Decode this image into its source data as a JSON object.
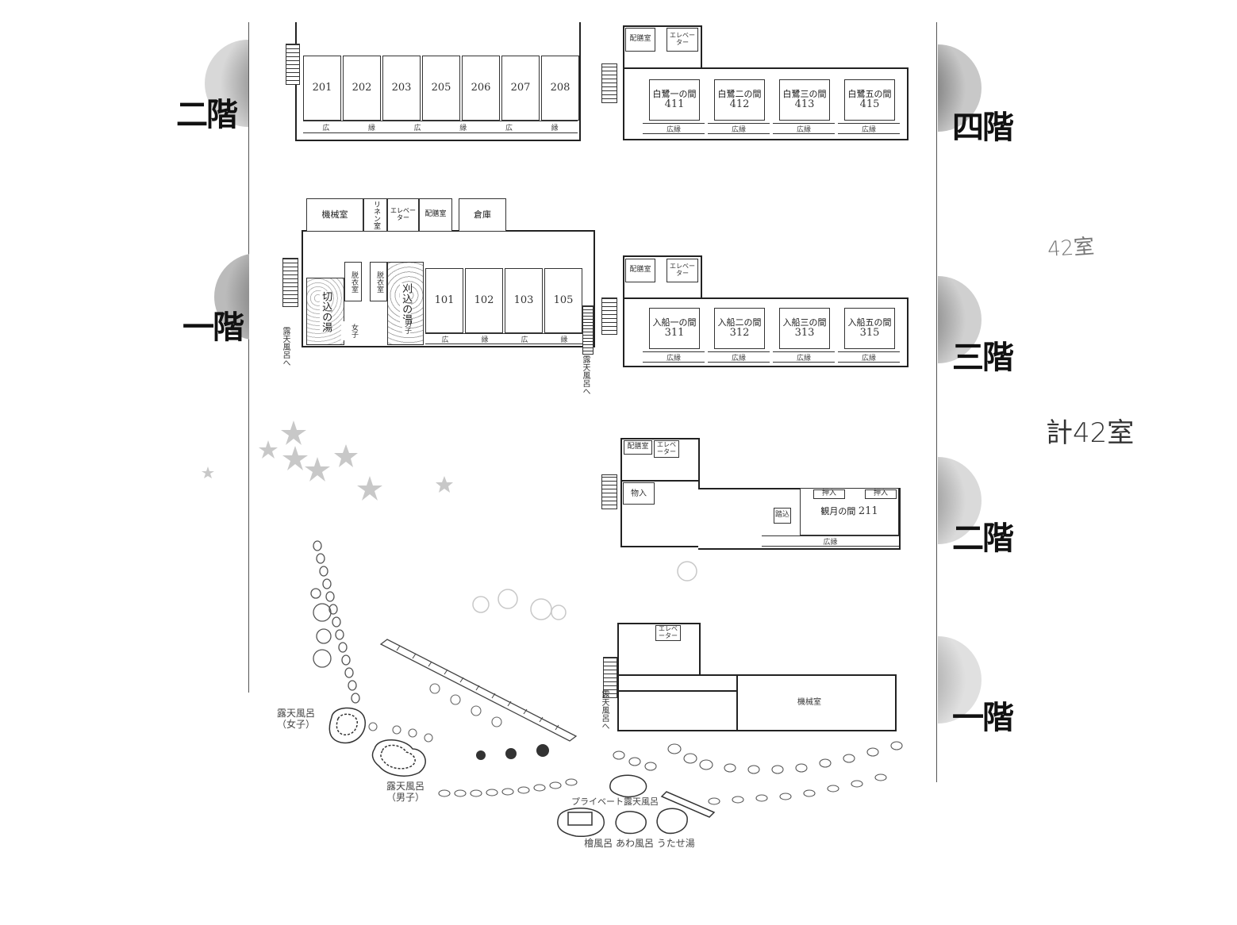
{
  "floors_left": {
    "second_floor_label": "二階",
    "first_floor_label": "一階"
  },
  "floors_right": {
    "fourth_floor_label": "四階",
    "third_floor_label": "三階",
    "second_floor_label": "二階",
    "first_floor_label": "一階"
  },
  "left_second_floor_rooms": [
    "201",
    "202",
    "203",
    "205",
    "206",
    "207",
    "208"
  ],
  "left_first_floor": {
    "rooms": [
      "101",
      "102",
      "103",
      "105"
    ],
    "machine_room": "機械室",
    "linen_room": "リネン室",
    "elevator": "エレベーター",
    "service_room": "配膳室",
    "warehouse": "倉庫",
    "changing_room_1": "脱衣室",
    "changing_room_2": "脱衣室",
    "women_bath": "切込の湯",
    "women_tag": "女子",
    "men_bath": "刈込の湯",
    "men_tag": "男子",
    "to_outdoor_bath": "露天風呂へ"
  },
  "right_fourth_floor": {
    "rooms": [
      {
        "name": "白鷺一の間",
        "num": "411"
      },
      {
        "name": "白鷺二の間",
        "num": "412"
      },
      {
        "name": "白鷺三の間",
        "num": "413"
      },
      {
        "name": "白鷺五の間",
        "num": "415"
      }
    ],
    "service_room": "配膳室",
    "elevator": "エレベーター",
    "corridor": "広縁"
  },
  "right_third_floor": {
    "rooms": [
      {
        "name": "入船一の間",
        "num": "311"
      },
      {
        "name": "入船二の間",
        "num": "312"
      },
      {
        "name": "入船三の間",
        "num": "313"
      },
      {
        "name": "入船五の間",
        "num": "315"
      }
    ],
    "service_room": "配膳室",
    "elevator": "エレベーター",
    "corridor": "広縁"
  },
  "right_second_floor": {
    "room_name": "観月の間",
    "room_num": "211",
    "service_room": "配膳室",
    "elevator": "エレベーター",
    "storage": "物入",
    "closet": "押入",
    "entry": "踏込",
    "corridor": "広縁"
  },
  "right_first_floor": {
    "machine_room": "機械室",
    "elevator": "エレベーター",
    "to_outdoor_bath": "露天風呂へ"
  },
  "garden": {
    "women_outdoor_bath": "露天風呂",
    "women_tag": "（女子）",
    "men_outdoor_bath": "露天風呂",
    "men_tag": "（男子）",
    "private_outdoor_bath": "プライベート露天風呂",
    "baths_caption": "檜風呂 あわ風呂 うたせ湯"
  },
  "handwritten": {
    "note_top": "42室",
    "note_total": "計42室"
  },
  "colors": {
    "ink": "#1a1a1a",
    "tab_gray": "#6a6a6a"
  }
}
